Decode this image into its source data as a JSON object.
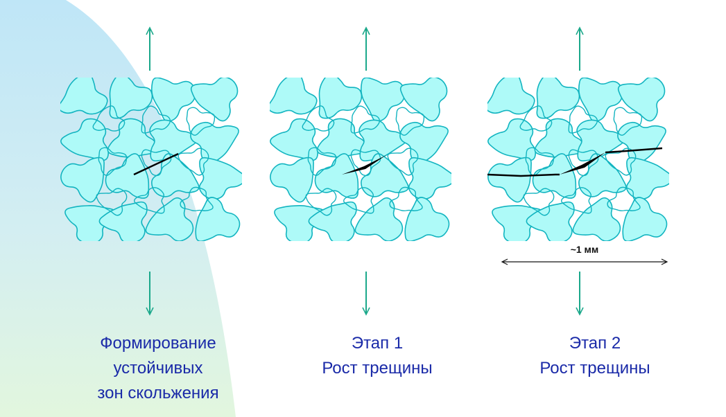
{
  "colors": {
    "grain_fill": "#aefaf8",
    "grain_stroke": "#12b4c0",
    "arrow": "#1aa88a",
    "crack": "#000000",
    "caption_text": "#1a2aa8",
    "background_left_top": "#bfe6f7",
    "background_left_bottom": "#dff5df"
  },
  "panels": [
    {
      "caption_lines": [
        "Формирование",
        "устойчивых",
        "зон скольжения"
      ]
    },
    {
      "caption_lines": [
        "Этап 1",
        "Рост трещины"
      ]
    },
    {
      "caption_lines": [
        "Этап 2",
        "Рост трещины"
      ]
    }
  ],
  "scale_label": "~1 мм"
}
